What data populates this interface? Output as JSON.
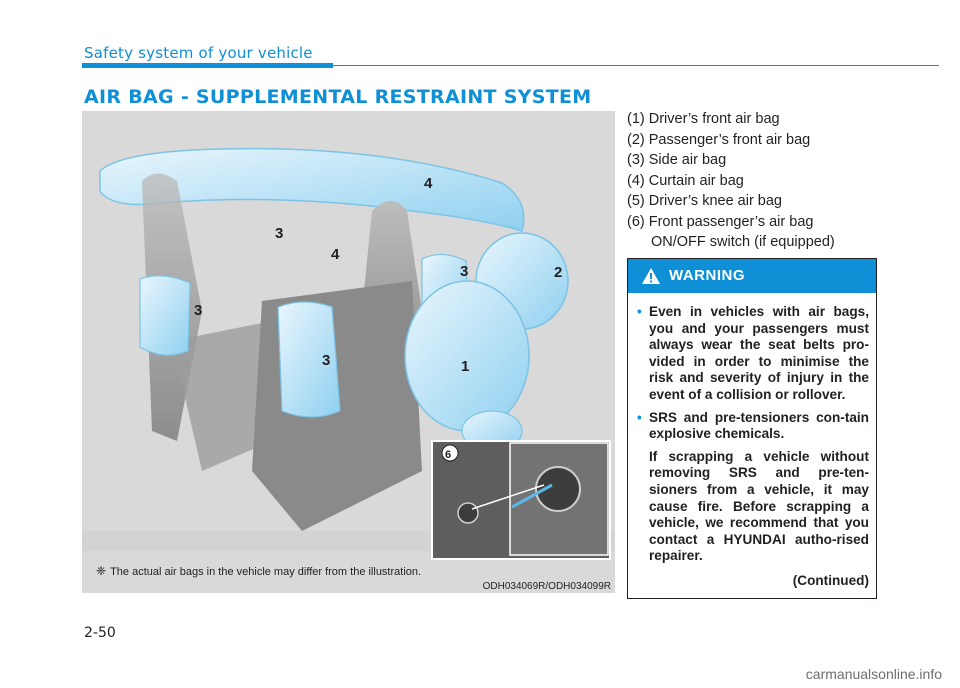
{
  "header": {
    "section_title": "Safety system of your vehicle",
    "main_heading": "AIR BAG - SUPPLEMENTAL RESTRAINT SYSTEM"
  },
  "figure": {
    "labels": [
      "4",
      "3",
      "4",
      "3",
      "2",
      "3",
      "3",
      "1",
      "6"
    ],
    "note_mark": "❈",
    "note": "The actual air bags in the vehicle may differ from the illustration.",
    "code": "ODH034069R/ODH034099R"
  },
  "legend": {
    "items": [
      "(1) Driver’s front air bag",
      "(2) Passenger’s front air bag",
      "(3) Side air bag",
      "(4) Curtain air bag",
      "(5) Driver’s knee air bag",
      "(6) Front passenger’s air bag"
    ],
    "item6_line2": "ON/OFF switch (if equipped)"
  },
  "warning": {
    "title": "WARNING",
    "bullet_mark": "•",
    "bullet1": "Even in vehicles with air bags, you and your passengers must always wear the seat belts pro-vided in order to minimise the risk and severity of injury in the event of a collision or rollover.",
    "bullet2": "SRS and pre-tensioners con-tain explosive chemicals.",
    "bullet2_sub": "If scrapping a vehicle without removing SRS and pre-ten-sioners from a vehicle, it may cause fire. Before scrapping a vehicle, we recommend that you contact a HYUNDAI autho-rised repairer.",
    "continued": "(Continued)"
  },
  "footer": {
    "page_number": "2-50",
    "watermark": "carmanualsonline.info"
  },
  "colors": {
    "accent": "#0f8fd6",
    "figure_bg": "#d9d9d9"
  }
}
